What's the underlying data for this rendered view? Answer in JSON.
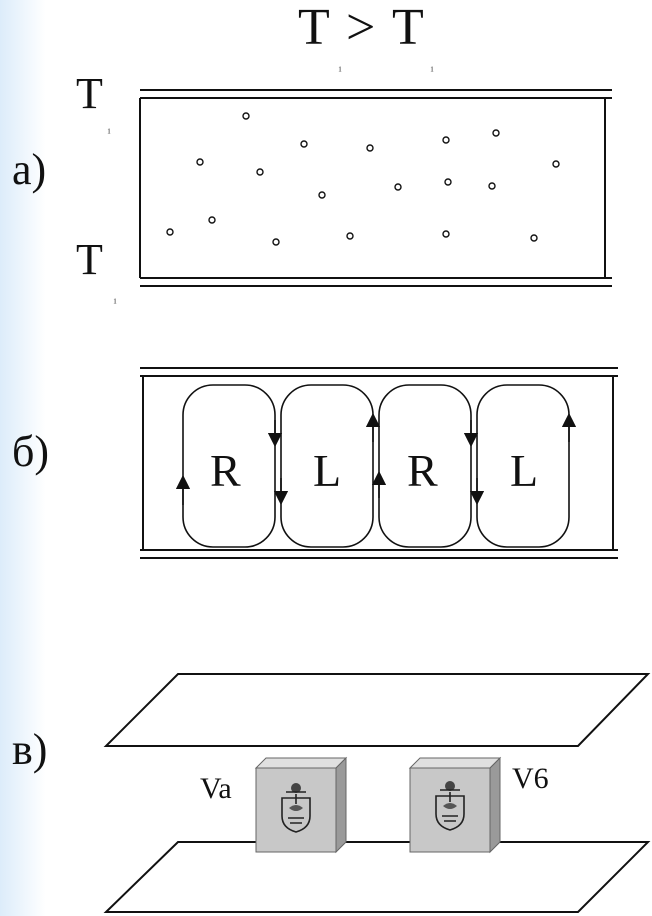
{
  "title": {
    "left": "T",
    "sub_left": "₁",
    "op": ">",
    "right": "T",
    "sub_right": "₁"
  },
  "panel_a": {
    "label": "a)",
    "top_temp": {
      "symbol": "T",
      "sub": "₁"
    },
    "bottom_temp": {
      "symbol": "T",
      "sub": "₁"
    }
  },
  "panel_b": {
    "label": "б)",
    "cells": [
      "R",
      "L",
      "R",
      "L"
    ]
  },
  "panel_c": {
    "label": "в)",
    "left_block": "Va",
    "right_block": "V6"
  },
  "colors": {
    "line": "#111111",
    "block": "#c8c8c8",
    "block_side": "#9a9a9a"
  }
}
